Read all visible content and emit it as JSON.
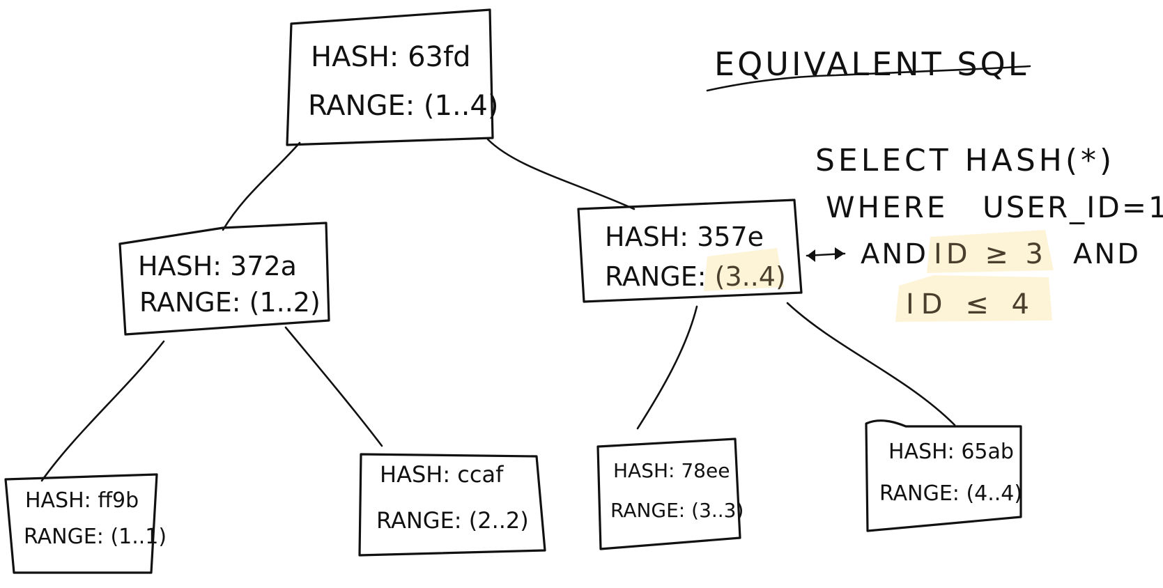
{
  "title": "EQUIVALENT SQL",
  "highlight_color": "#fdf3d6",
  "nodes": [
    {
      "id": "root",
      "hash_label": "HASH: 63fd",
      "range_label": "RANGE: (1..4)"
    },
    {
      "id": "left",
      "hash_label": "HASH: 372a",
      "range_label": "RANGE: (1..2)"
    },
    {
      "id": "right",
      "hash_label": "HASH: 357e",
      "range_prefix": "RANGE: ",
      "range_value": "(3..4)"
    },
    {
      "id": "ll",
      "hash_label": "HASH: ff9b",
      "range_label": "RANGE: (1..1)"
    },
    {
      "id": "lr",
      "hash_label": "HASH: ccaf",
      "range_label": "RANGE: (2..2)"
    },
    {
      "id": "rl",
      "hash_label": "HASH: 78ee",
      "range_label": "RANGE: (3..3)"
    },
    {
      "id": "rr",
      "hash_label": "HASH: 65ab",
      "range_label": "RANGE: (4..4)"
    }
  ],
  "sql": {
    "line1": "SELECT  HASH(*)",
    "line2_a": "WHERE",
    "line2_b": "USER_ID=1",
    "line3_and": "AND",
    "line3_cond": "ID ≥ 3",
    "line3_and2": "AND",
    "line4_cond": "ID ≤ 4",
    "arrow": "↔"
  }
}
